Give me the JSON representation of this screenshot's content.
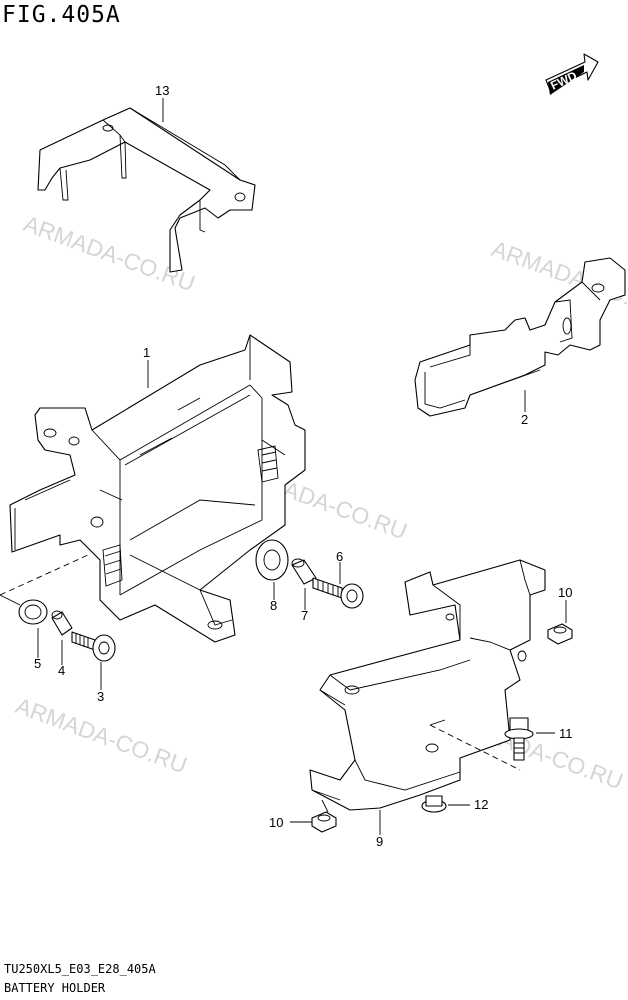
{
  "figure": {
    "title": "FIG.405A"
  },
  "fwd_badge": {
    "label": "FWD"
  },
  "watermark": {
    "text": "ARMADA-CO.RU"
  },
  "callouts": [
    {
      "id": "13",
      "label": "13"
    },
    {
      "id": "1",
      "label": "1"
    },
    {
      "id": "2",
      "label": "2"
    },
    {
      "id": "3",
      "label": "3"
    },
    {
      "id": "4",
      "label": "4"
    },
    {
      "id": "5",
      "label": "5"
    },
    {
      "id": "6",
      "label": "6"
    },
    {
      "id": "7",
      "label": "7"
    },
    {
      "id": "8",
      "label": "8"
    },
    {
      "id": "9",
      "label": "9"
    },
    {
      "id": "10a",
      "label": "10"
    },
    {
      "id": "10b",
      "label": "10"
    },
    {
      "id": "11",
      "label": "11"
    },
    {
      "id": "12",
      "label": "12"
    }
  ],
  "footer": {
    "code": "TU250XL5_E03_E28_405A",
    "caption": "BATTERY HOLDER"
  }
}
